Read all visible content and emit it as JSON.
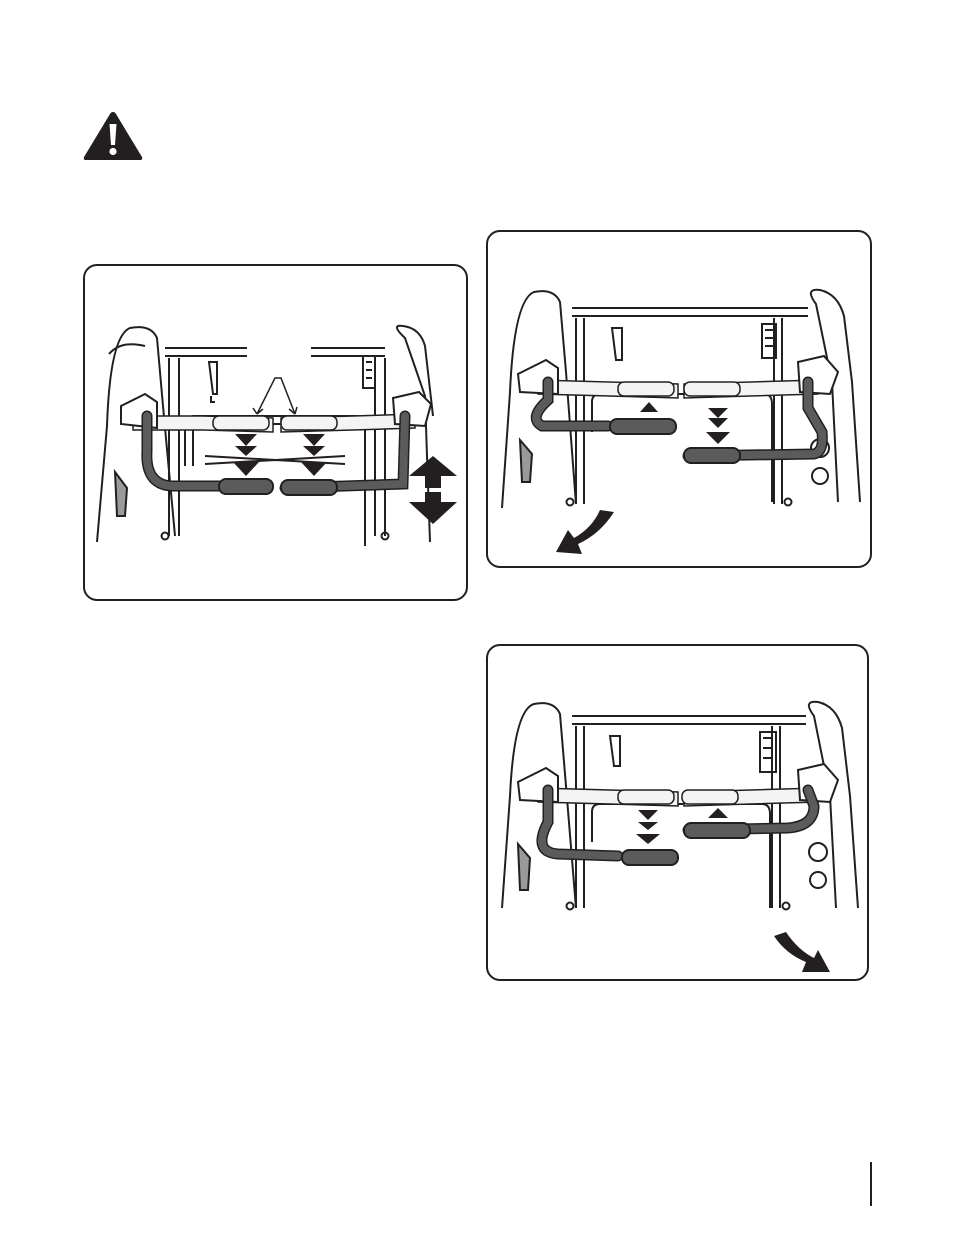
{
  "page": {
    "text_lines": []
  },
  "icons": {
    "warning": "warning-triangle-icon",
    "figure_a": [
      "handle-illustration",
      "double-down-arrow-icon",
      "up-down-arrow-icon",
      "pointer-lines"
    ],
    "figure_b": [
      "handle-illustration",
      "up-arrow-icon",
      "double-down-arrow-icon",
      "curved-arrow-down-left-icon"
    ],
    "figure_c": [
      "handle-illustration",
      "up-arrow-icon",
      "double-down-arrow-icon",
      "curved-arrow-down-right-icon"
    ]
  },
  "colors": {
    "ink": "#231f20",
    "grip": "#5b5b5b",
    "ghost_bar": "#f4f4f4"
  }
}
